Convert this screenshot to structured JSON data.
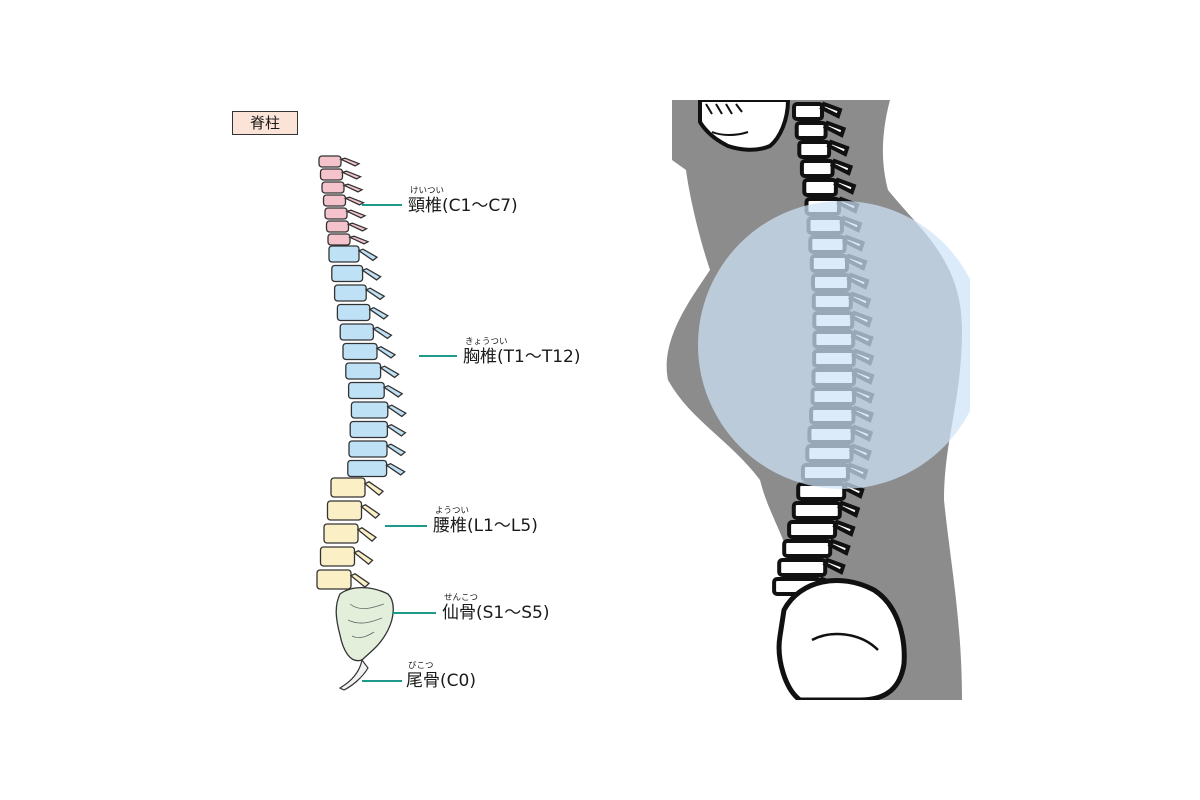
{
  "title": "脊柱",
  "labels": [
    {
      "ruby": "けいつい",
      "text": "頸椎(C1〜C7)"
    },
    {
      "ruby": "きょうつい",
      "text": "胸椎(T1〜T12)"
    },
    {
      "ruby": "ようつい",
      "text": "腰椎(L1〜L5)"
    },
    {
      "ruby": "せんこつ",
      "text": "仙骨(S1〜S5)"
    },
    {
      "ruby": "びこつ",
      "text": "尾骨(C0)"
    }
  ],
  "colors": {
    "cervical": "#f4c3cc",
    "thoracic": "#bfe1f6",
    "lumbar": "#fbefc6",
    "sacrum": "#e3efdb",
    "coccyx": "#f2f2f2",
    "leader": "#1e9a8a",
    "body_silhouette": "#8c8c8c",
    "highlight_circle": "#cfe3f7"
  }
}
